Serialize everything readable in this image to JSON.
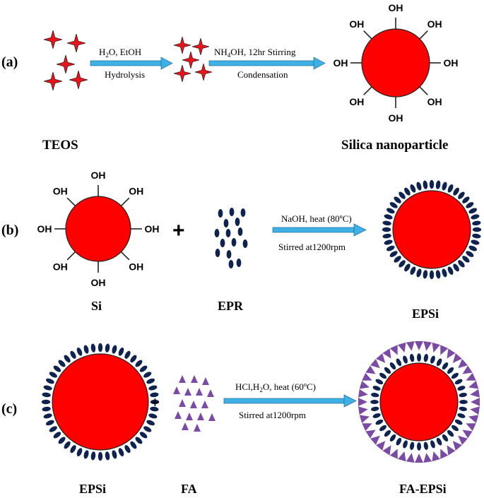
{
  "panel_a": {
    "label": "(a)",
    "step1_top": "H",
    "step1_top_sub": "2",
    "step1_top_rest": "O, EtOH",
    "step1_bottom": "Hydrolysis",
    "step2_top": "NH",
    "step2_top_sub": "4",
    "step2_top_rest": "OH, 12hr Stirring",
    "step2_bottom": "Condensation",
    "reactant": "TEOS",
    "product": "Silica nanoparticle",
    "group": "OH"
  },
  "panel_b": {
    "label": "(b)",
    "plus": "+",
    "arrow_top": "NaOH, heat (80ºC)",
    "arrow_bottom": "Stirred at1200rpm",
    "reactant1": "Si",
    "reactant2": "EPR",
    "product": "EPSi"
  },
  "panel_c": {
    "label": "(c)",
    "plus": "+",
    "arrow_top_1": "HCl,H",
    "arrow_top_sub": "2",
    "arrow_top_2": "O, heat (60ºC)",
    "arrow_bottom": "Stirred at1200rpm",
    "reactant1": "EPSi",
    "reactant2": "FA",
    "product": "FA-EPSi"
  },
  "colors": {
    "sphere": "#ff0000",
    "arrow": "#3fb0e6",
    "star": "#e8141c",
    "epr": "#0f2350",
    "fa": "#7b4aa4"
  }
}
